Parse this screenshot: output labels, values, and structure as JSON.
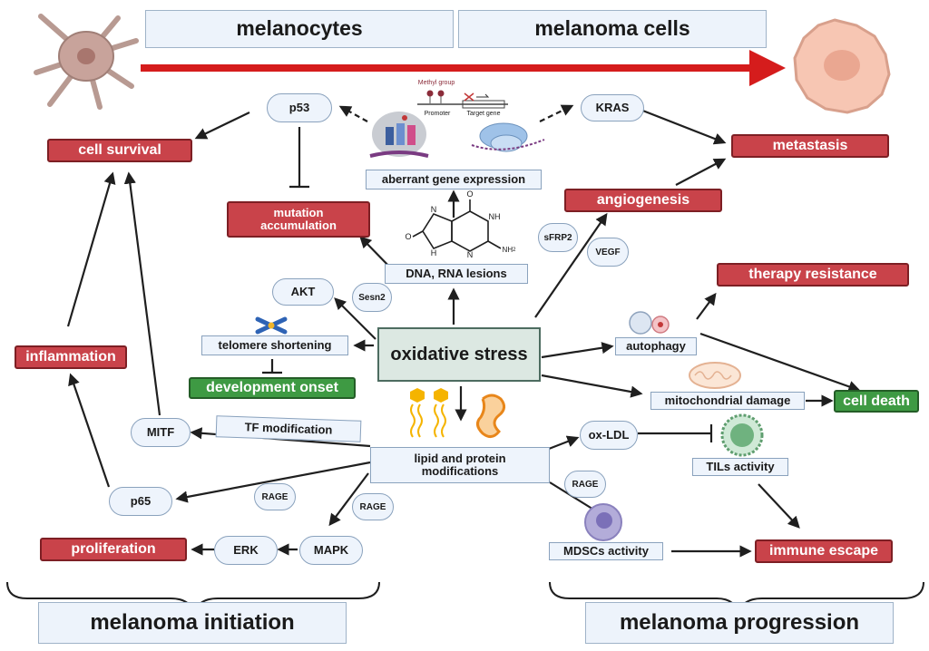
{
  "headers": {
    "melanocytes": "melanocytes",
    "melanoma_cells": "melanoma cells",
    "melanoma_initiation": "melanoma initiation",
    "melanoma_progression": "melanoma progression"
  },
  "central": "oxidative stress",
  "outcomes": {
    "cell_survival": "cell survival",
    "mutation_accumulation": "mutation accumulation",
    "inflammation": "inflammation",
    "development_onset": "development onset",
    "proliferation": "proliferation",
    "metastasis": "metastasis",
    "angiogenesis": "angiogenesis",
    "therapy_resistance": "therapy resistance",
    "cell_death": "cell death",
    "immune_escape": "immune escape"
  },
  "processes": {
    "aberrant_gene_expression": "aberrant gene expression",
    "dna_rna_lesions": "DNA, RNA lesions",
    "telomere_shortening": "telomere shortening",
    "tf_modification": "TF modification",
    "lipid_protein_modifications": "lipid and protein modifications",
    "autophagy": "autophagy",
    "mitochondrial_damage": "mitochondrial damage",
    "tils_activity": "TILs activity",
    "mdscs_activity": "MDSCs activity"
  },
  "molecules": {
    "p53": "p53",
    "kras": "KRAS",
    "akt": "AKT",
    "sesn2": "Sesn2",
    "sfrp2": "sFRP2",
    "vegf": "VEGF",
    "mitf": "MITF",
    "p65": "p65",
    "rage_1": "RAGE",
    "rage_2": "RAGE",
    "rage_3": "RAGE",
    "erk": "ERK",
    "mapk": "MAPK",
    "ox_ldl": "ox-LDL"
  },
  "methylation": {
    "methyl_group": "Methyl group",
    "promoter": "Promoter",
    "target_gene": "Target gene"
  },
  "chemical": {
    "o": "O",
    "n": "N",
    "nh": "NH",
    "h": "H",
    "nh2": "NH",
    "sub2": "2"
  },
  "colors": {
    "progression_arrow": "#d51c1c",
    "outcome_red": "#c9434a",
    "outcome_green": "#3e9a43",
    "box_fill": "#eef4fc",
    "center_fill": "#dce8e2"
  }
}
